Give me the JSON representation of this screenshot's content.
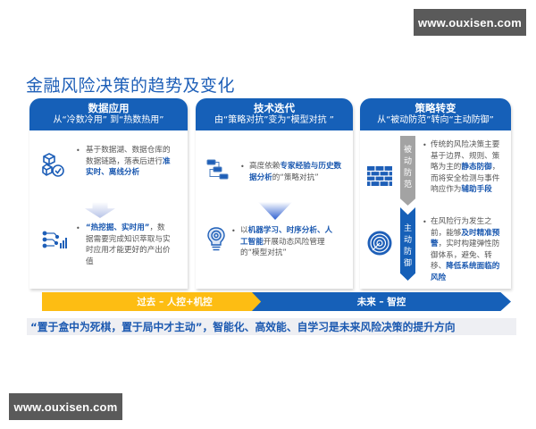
{
  "watermarks": {
    "top": "www.ouxisen.com",
    "bottom": "www.ouxisen.com"
  },
  "title": "金融风险决策的趋势及变化",
  "colors": {
    "primary_blue": "#1660b8",
    "accent_yellow": "#fdbd13",
    "gray_tag": "#a3a3a3",
    "banner_bg": "#eeeff3"
  },
  "cards": [
    {
      "heading": "数据应用",
      "subheading": "从“冷数冷用” 到“热数热用”",
      "items": [
        {
          "icon": "cubes-check-icon",
          "parts": [
            {
              "t": "基于数据湖、数据仓库的数据链路，落表后进行",
              "b": false
            },
            {
              "t": "准实时、离线分析",
              "b": true
            }
          ]
        },
        {
          "icon": "data-flow-chart-icon",
          "parts": [
            {
              "t": "“热挖掘、实时用”",
              "b": true
            },
            {
              "t": "，数据需要完成知识萃取与实时应用才能更好的产出价值",
              "b": false
            }
          ]
        }
      ]
    },
    {
      "heading": "技术迭代",
      "subheading": "由“策略对抗”变为“模型对抗 ”",
      "items": [
        {
          "icon": "workflow-icon",
          "parts": [
            {
              "t": "高度依赖",
              "b": false
            },
            {
              "t": "专家经验与历史数据分析",
              "b": true
            },
            {
              "t": "的“策略对抗”",
              "b": false
            }
          ]
        },
        {
          "icon": "lightbulb-brain-icon",
          "parts": [
            {
              "t": "以",
              "b": false
            },
            {
              "t": "机器学习、时序分析、人工智能",
              "b": true
            },
            {
              "t": "开展动态风险管理的“模型对抗”",
              "b": false
            }
          ]
        }
      ]
    },
    {
      "heading": "策略转变",
      "subheading": "从“被动防范”转向“主动防御”",
      "tags": [
        "被动防范",
        "主动防御"
      ],
      "items": [
        {
          "icon": "firewall-icon",
          "parts": [
            {
              "t": "传统的风险决策主要基于边界、规则、策略为主的",
              "b": false
            },
            {
              "t": "静态防御",
              "b": true
            },
            {
              "t": "，而将安全检测与事件响应作为",
              "b": false
            },
            {
              "t": "辅助手段",
              "b": true
            }
          ]
        },
        {
          "icon": "radar-icon",
          "parts": [
            {
              "t": "在风险行为发生之前，能够",
              "b": false
            },
            {
              "t": "及时精准预警",
              "b": true
            },
            {
              "t": "，实时构建弹性防御体系，避免、转移、",
              "b": false
            },
            {
              "t": "降低系统面临的风险",
              "b": true
            }
          ]
        }
      ]
    }
  ],
  "timeline": {
    "past": "过去 – 人控+机控",
    "future": "未来 – 智控"
  },
  "banner": "“置于盒中为死棋，置于局中才主动”，智能化、高效能、自学习是未来风险决策的提升方向"
}
